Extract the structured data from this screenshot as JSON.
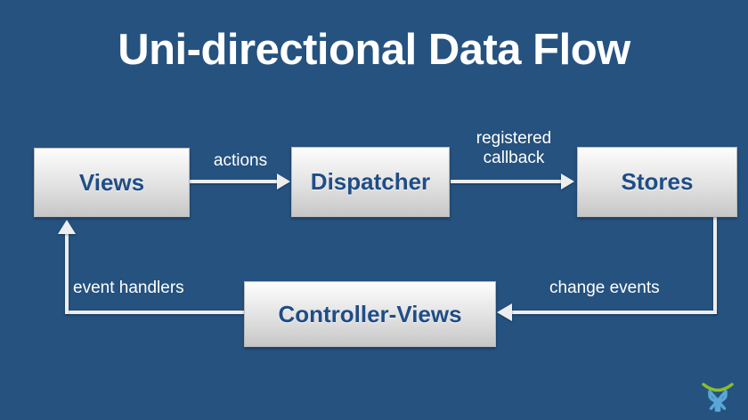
{
  "slide": {
    "title": "Uni-directional Data Flow",
    "background_color": "#25527f",
    "title_color": "#ffffff"
  },
  "nodes": [
    {
      "id": "views",
      "label": "Views"
    },
    {
      "id": "dispatcher",
      "label": "Dispatcher"
    },
    {
      "id": "stores",
      "label": "Stores"
    },
    {
      "id": "controller",
      "label": "Controller-Views"
    }
  ],
  "edges": [
    {
      "id": "actions",
      "label": "actions",
      "from": "views",
      "to": "dispatcher"
    },
    {
      "id": "callback",
      "label": "registered\ncallback",
      "from": "dispatcher",
      "to": "stores"
    },
    {
      "id": "change-events",
      "label": "change events",
      "from": "stores",
      "to": "controller"
    },
    {
      "id": "event-handlers",
      "label": "event handlers",
      "from": "controller",
      "to": "views"
    }
  ],
  "node_style": {
    "fill_top": "#fdfdfd",
    "fill_bottom": "#c6c6c6",
    "text_color": "#1f4d86",
    "border_color": "#b9b9b9"
  },
  "connector_color": "#eeeeee",
  "logo": {
    "name": "x-figure-logo",
    "arc_color": "#8cbf28",
    "mark_color": "#5aa7d6"
  }
}
